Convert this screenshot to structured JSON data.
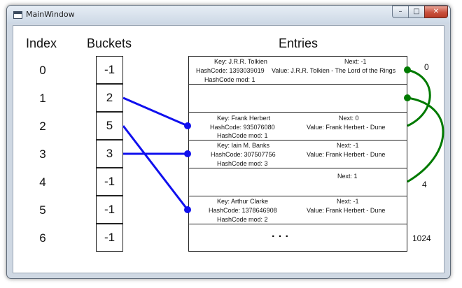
{
  "window": {
    "title": "MainWindow",
    "controls": {
      "minimize": "–",
      "maximize": "□",
      "close": "✕"
    }
  },
  "headers": {
    "index": "Index",
    "buckets": "Buckets",
    "entries": "Entries"
  },
  "indices": [
    "0",
    "1",
    "2",
    "3",
    "4",
    "5",
    "6"
  ],
  "buckets": [
    "-1",
    "2",
    "5",
    "3",
    "-1",
    "-1",
    "-1"
  ],
  "entries": [
    {
      "key": "Key: J.R.R. Tolkien",
      "hash": "HashCode: 1393039019",
      "mod": "HashCode mod: 1",
      "next": "Next: -1",
      "value": "Value: J.R.R. Tolkien - The Lord of the Rings"
    },
    {
      "key": "",
      "hash": "",
      "mod": "",
      "next": "",
      "value": ""
    },
    {
      "key": "Key: Frank Herbert",
      "hash": "HashCode: 935076080",
      "mod": "HashCode mod: 1",
      "next": "Next: 0",
      "value": "Value: Frank Herbert - Dune"
    },
    {
      "key": "Key: Iain M. Banks",
      "hash": "HashCode: 307507756",
      "mod": "HashCode mod: 3",
      "next": "Next: -1",
      "value": "Value: Frank Herbert - Dune"
    },
    {
      "key": "",
      "hash": "",
      "mod": "",
      "next": "Next: 1",
      "value": ""
    },
    {
      "key": "Key: Arthur Clarke",
      "hash": "HashCode: 1378646908",
      "mod": "HashCode mod: 2",
      "next": "Next: -1",
      "value": "Value: Frank Herbert - Dune"
    },
    {
      "key": "",
      "hash": "",
      "mod": "",
      "next": "",
      "value": "",
      "ellipsis": "·   ·   ·"
    }
  ],
  "side_labels": {
    "top": "0",
    "middle": "4",
    "bottom": "1024"
  },
  "colors": {
    "bucket_link": "#1010ee",
    "next_link": "#007a00"
  }
}
